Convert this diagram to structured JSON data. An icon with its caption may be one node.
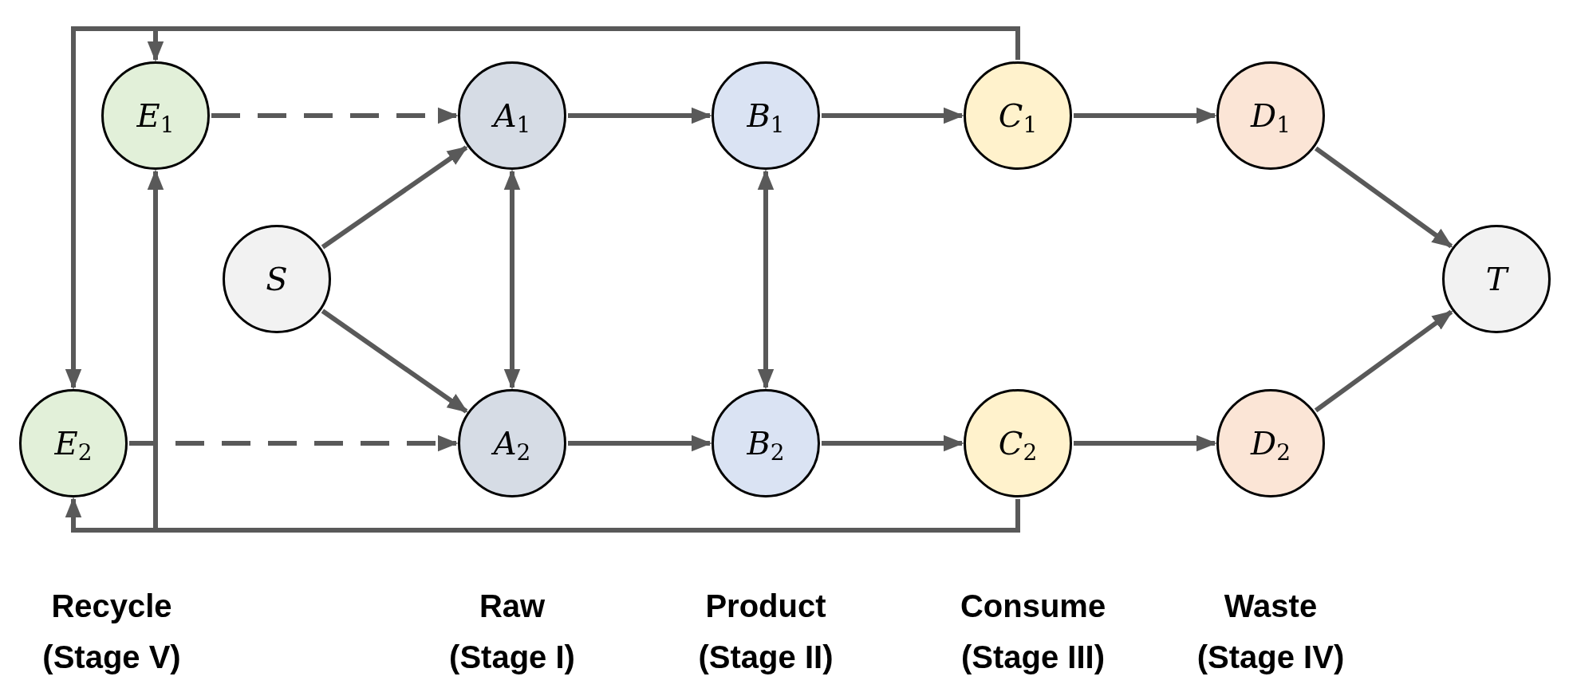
{
  "diagram": {
    "nodes": [
      {
        "text": [
          "E$_{1}$"
        ]
      },
      {
        "text": [
          "A$_{1}$"
        ]
      },
      {
        "text": [
          "B$_{1}$"
        ]
      },
      {
        "text": [
          "C$_{1}$"
        ]
      },
      {
        "text": [
          "D$_{1}$"
        ]
      },
      {
        "text": [
          "S"
        ]
      },
      {
        "text": [
          "T"
        ]
      },
      {
        "text": [
          "E$_{2}$"
        ]
      },
      {
        "text": [
          "A$_{2}$"
        ]
      },
      {
        "text": [
          "B$_{2}$"
        ]
      },
      {
        "text": [
          "C$_{2}$"
        ]
      },
      {
        "text": [
          "D$_{2}$"
        ]
      }
    ],
    "edges": [
      {
        "from": 3,
        "to": 0,
        "arrow": "to"
      },
      {
        "from": 3,
        "to": 7,
        "arrow": "to"
      },
      {
        "from": 0,
        "to": 1,
        "arrow": "to",
        "style": "dashed"
      },
      {
        "from": 1,
        "to": 2,
        "arrow": "to"
      },
      {
        "from": 2,
        "to": 3,
        "arrow": "to"
      },
      {
        "from": 3,
        "to": 4,
        "arrow": "to"
      },
      {
        "from": 4,
        "to": 6,
        "arrow": "to"
      },
      {
        "from": 5,
        "to": 1,
        "arrow": "to"
      },
      {
        "from": 5,
        "to": 8,
        "arrow": "to"
      },
      {
        "from": 1,
        "to": 8,
        "arrow": "both"
      },
      {
        "from": 2,
        "to": 9,
        "arrow": "both"
      },
      {
        "from": 7,
        "to": 8,
        "arrow": "to",
        "style": "dashed"
      },
      {
        "from": 8,
        "to": 9,
        "arrow": "to"
      },
      {
        "from": 9,
        "to": 10,
        "arrow": "to"
      },
      {
        "from": 10,
        "to": 11,
        "arrow": "to"
      },
      {
        "from": 11,
        "to": 6,
        "arrow": "to"
      },
      {
        "from": 10,
        "to": 7,
        "arrow": "to"
      },
      {
        "from": 10,
        "to": 0,
        "arrow": "to"
      }
    ],
    "labels": [
      "Recycle (Stage V)",
      "Raw (Stage I)",
      "Product (Stage II)",
      "Consume (Stage III)",
      "Waste (Stage IV)"
    ]
  }
}
